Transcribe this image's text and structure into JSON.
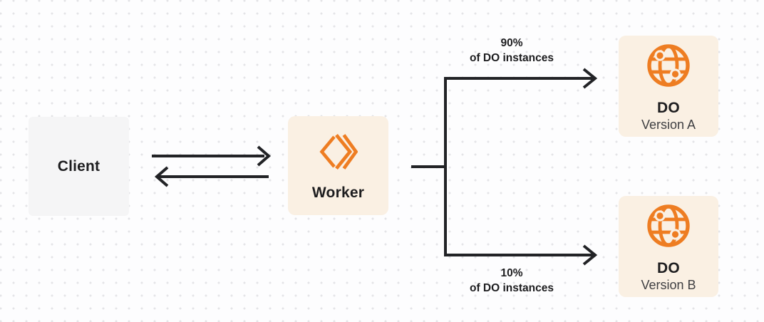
{
  "diagram": {
    "nodes": {
      "client": {
        "label": "Client"
      },
      "worker": {
        "label": "Worker"
      },
      "do_version_a": {
        "title": "DO",
        "subtitle": "Version A"
      },
      "do_version_b": {
        "title": "DO",
        "subtitle": "Version B"
      }
    },
    "edge_labels": {
      "top": {
        "line1": "90%",
        "line2": "of DO instances"
      },
      "bottom": {
        "line1": "10%",
        "line2": "of DO instances"
      }
    },
    "icons": {
      "worker_icon": "cloudflare-workers-icon",
      "do_icon": "globe-icon"
    },
    "colors": {
      "accent_orange": "#EE7D22",
      "node_cream": "#FAF0E3",
      "node_gray": "#F5F5F6",
      "connector_dark": "#222326",
      "dot_grid": "#E4E4E7",
      "background": "#FDFDFE",
      "text_primary": "#1D1D1F",
      "text_secondary": "#3F3F42"
    }
  }
}
